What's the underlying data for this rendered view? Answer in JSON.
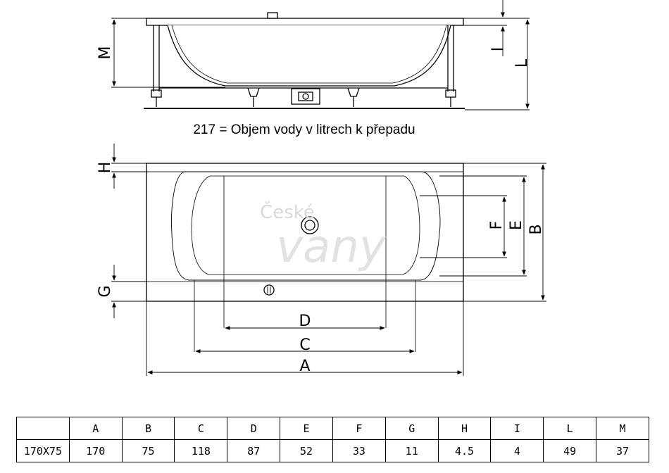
{
  "caption": "217 = Objem vody v litrech k přepadu",
  "watermark": {
    "line1": "České",
    "line2": "vany"
  },
  "labels": {
    "A": "A",
    "B": "B",
    "C": "C",
    "D": "D",
    "E": "E",
    "F": "F",
    "G": "G",
    "H": "H",
    "I": "I",
    "L": "L",
    "M": "M"
  },
  "table": {
    "header": [
      "",
      "A",
      "B",
      "C",
      "D",
      "E",
      "F",
      "G",
      "H",
      "I",
      "L",
      "M"
    ],
    "row": [
      "170X75",
      "170",
      "75",
      "118",
      "87",
      "52",
      "33",
      "11",
      "4.5",
      "4",
      "49",
      "37"
    ]
  }
}
